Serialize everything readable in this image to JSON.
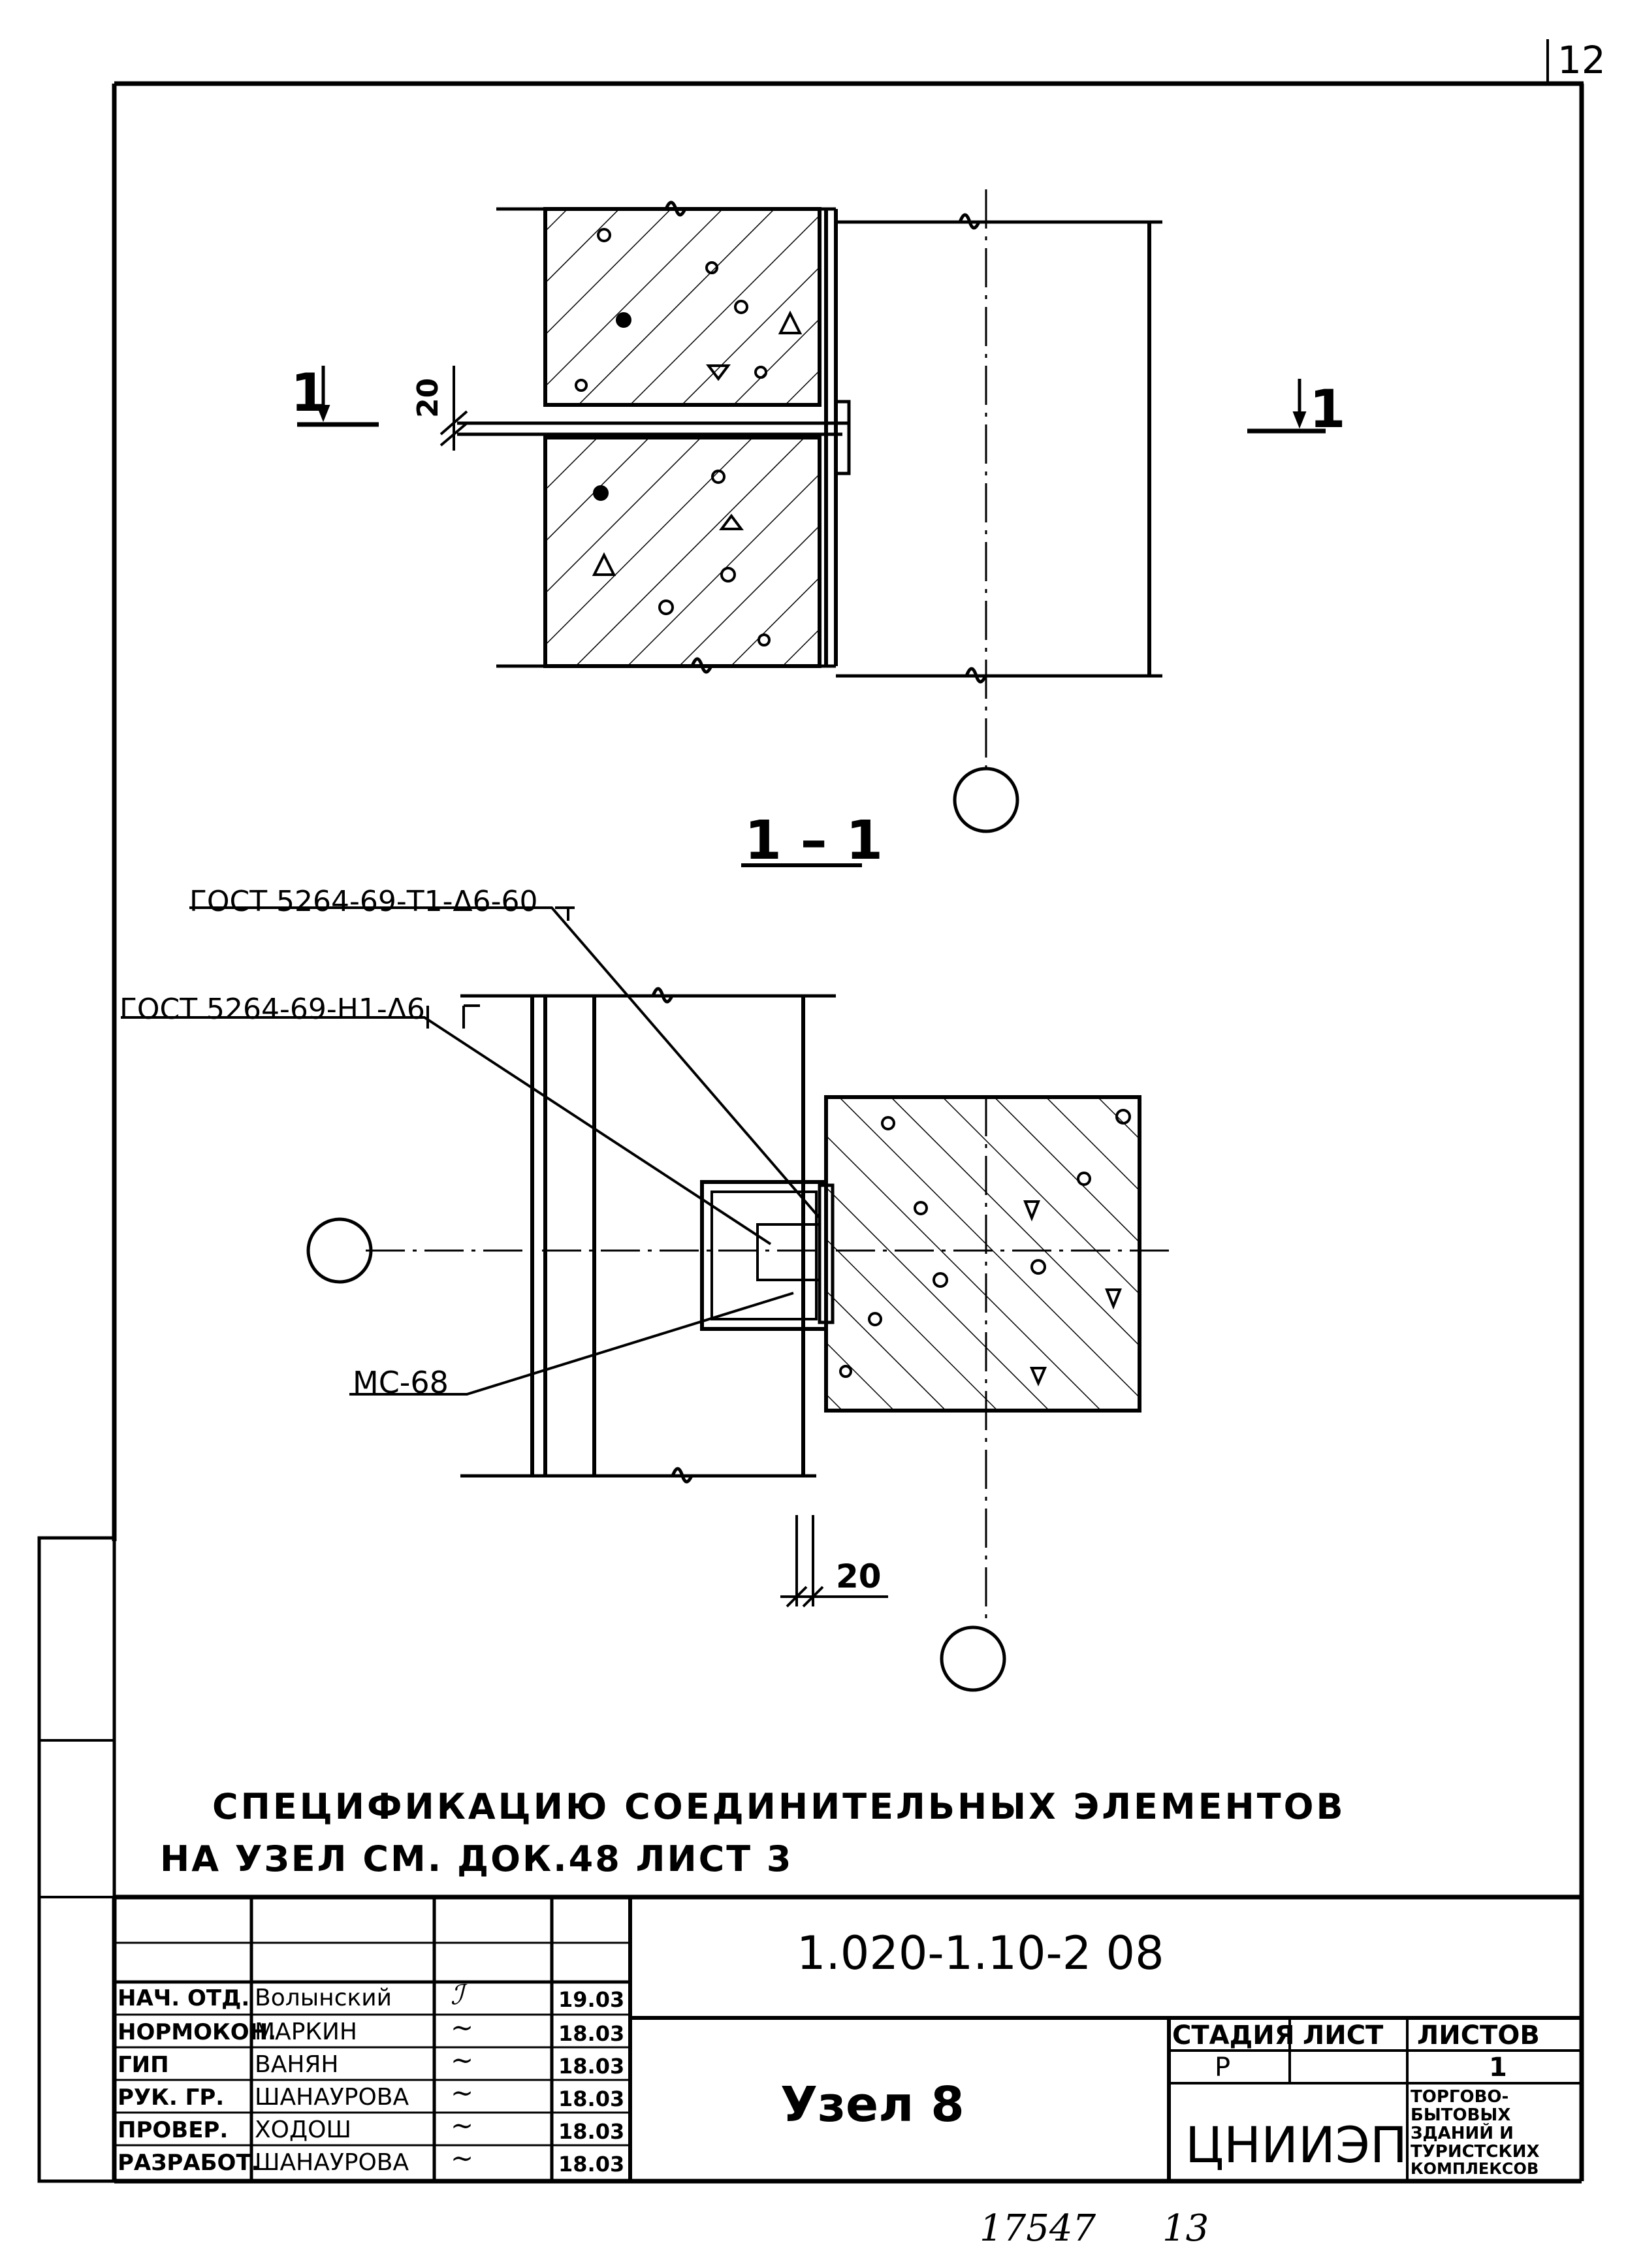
{
  "page_number": "12",
  "section_label": "1 – 1",
  "callouts": {
    "gost_top": "ГОСТ 5264-69-Т1-Δ6-60",
    "gost_mid": "ГОСТ 5264-69-Н1-Δ6",
    "mc": "МС-68",
    "dim_top": "20",
    "dim_bottom": "20",
    "section_mark_left": "1",
    "section_mark_right": "1"
  },
  "note": {
    "line1": "СПЕЦИФИКАЦИЮ   СОЕДИНИТЕЛЬНЫХ   ЭЛЕМЕНТОВ",
    "line2": "НА  УЗЕЛ   СМ. ДОК.48  ЛИСТ 3"
  },
  "title_block": {
    "doc_code": "1.020-1.10-2 08",
    "title": "Узел 8",
    "headers": {
      "stage": "СТАДИЯ",
      "sheet": "ЛИСТ",
      "sheets": "ЛИСТОВ"
    },
    "stage_value": "Р",
    "sheets_value": "1",
    "org": "ЦНИИЭП",
    "org_desc": [
      "ТОРГОВО-",
      "БЫТОВЫХ",
      "ЗДАНИЙ И",
      "ТУРИСТСКИХ",
      "КОМПЛЕКСОВ"
    ],
    "rows": [
      {
        "role": "НАЧ. ОТД.",
        "name": "Волынский",
        "date": "19.03"
      },
      {
        "role": "НОРМОКОН.",
        "name": "МАРКИН",
        "date": "18.03"
      },
      {
        "role": "ГИП",
        "name": "ВАНЯН",
        "date": "18.03"
      },
      {
        "role": "РУК. ГР.",
        "name": "ШАНАУРОВА",
        "date": "18.03"
      },
      {
        "role": "ПРОВЕР.",
        "name": "ХОДОШ",
        "date": "18.03"
      },
      {
        "role": "РАЗРАБОТ.",
        "name": "ШАНАУРОВА",
        "date": "18.03"
      }
    ]
  },
  "footer_numbers": {
    "left": "17547",
    "right": "13"
  }
}
